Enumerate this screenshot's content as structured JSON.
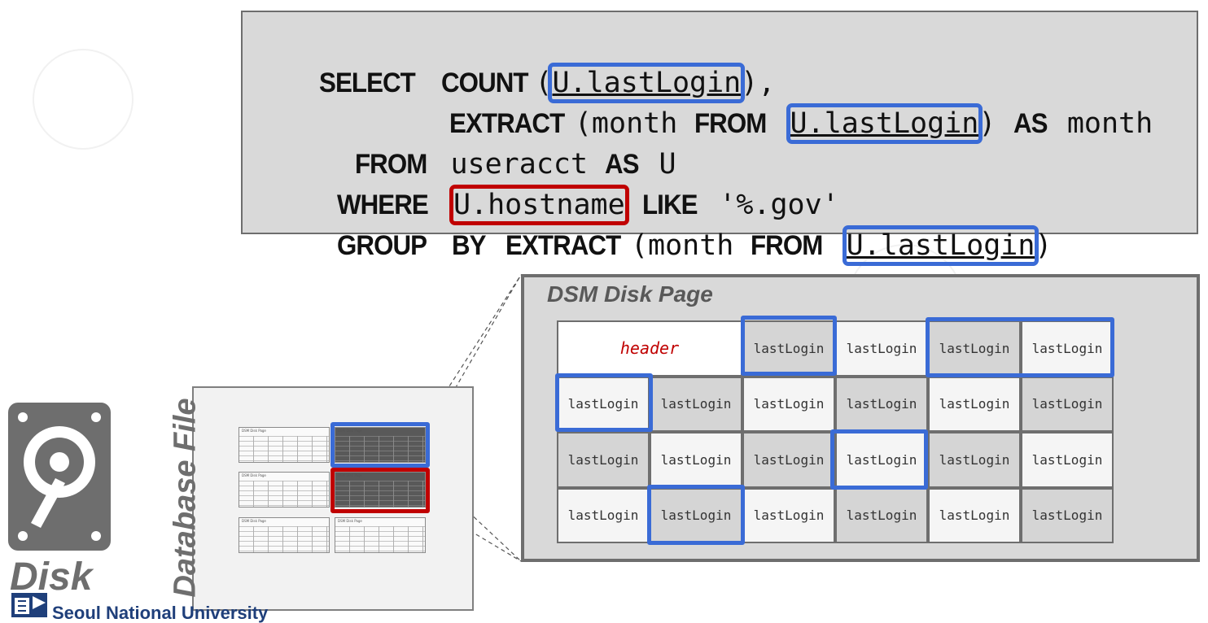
{
  "sql": {
    "line1": {
      "kw1": "SELECT",
      "kw2": "COUNT",
      "open": "(",
      "col": "U.lastLogin",
      "rest": "),"
    },
    "line2": {
      "kw1": "EXTRACT",
      "mid": "(month",
      "kw2": "FROM",
      "col": "U.lastLogin",
      "close": ")",
      "kw3": "AS",
      "tail": "month"
    },
    "line3": {
      "kw1": "FROM",
      "mid": "useracct",
      "kw2": "AS",
      "tail": "U"
    },
    "line4": {
      "kw1": "WHERE",
      "col": "U.hostname",
      "kw2": "LIKE",
      "tail": "'%.gov'"
    },
    "line5": {
      "kw1": "GROUP",
      "kw2": "BY",
      "kw3": "EXTRACT",
      "mid": "(month",
      "kw4": "FROM",
      "col": "U.lastLogin",
      "close": ")"
    }
  },
  "dsm_page": {
    "title": "DSM Disk Page",
    "header_label": "header",
    "cell_label": "lastLogin"
  },
  "database_file": {
    "label": "Database File",
    "mini_page_label": "DSM Disk Page"
  },
  "disk": {
    "label": "Disk",
    "icon": "hard-disk-icon"
  },
  "university": {
    "name": "Seoul National University",
    "icon": "snu-logo-icon"
  },
  "colors": {
    "highlight_blue": "#3a6bd6",
    "highlight_red": "#c00000",
    "label_gray": "#6e6e6e"
  }
}
